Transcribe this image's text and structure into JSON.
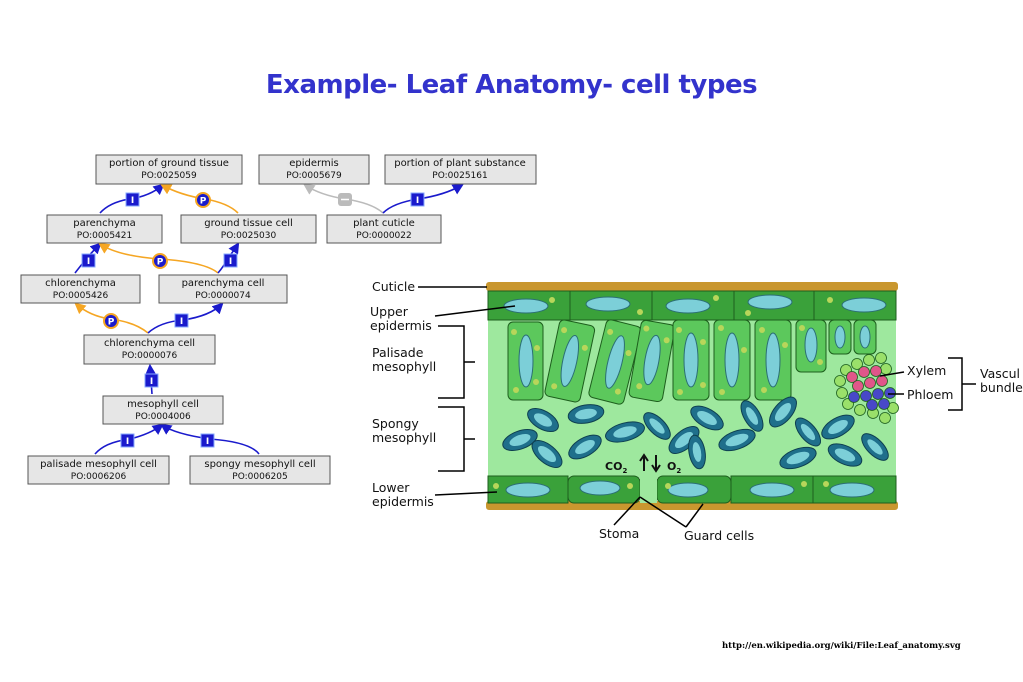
{
  "slide": {
    "title": "Example- Leaf Anatomy- cell types",
    "source": "http://en.wikipedia.org/wiki/File:Leaf_anatomy.svg"
  },
  "ontology": {
    "relation_badges": {
      "is_a": "I",
      "part_of": "P"
    },
    "nodes": {
      "ground_tissue": {
        "name": "portion of ground tissue",
        "id": "PO:0025059"
      },
      "epidermis": {
        "name": "epidermis",
        "id": "PO:0005679"
      },
      "plant_substance": {
        "name": "portion of plant substance",
        "id": "PO:0025161"
      },
      "parenchyma": {
        "name": "parenchyma",
        "id": "PO:0005421"
      },
      "ground_tissue_cell": {
        "name": "ground tissue cell",
        "id": "PO:0025030"
      },
      "plant_cuticle": {
        "name": "plant cuticle",
        "id": "PO:0000022"
      },
      "chlorenchyma": {
        "name": "chlorenchyma",
        "id": "PO:0005426"
      },
      "parenchyma_cell": {
        "name": "parenchyma cell",
        "id": "PO:0000074"
      },
      "chlorenchyma_cell": {
        "name": "chlorenchyma cell",
        "id": "PO:0000076"
      },
      "mesophyll_cell": {
        "name": "mesophyll cell",
        "id": "PO:0004006"
      },
      "palisade_cell": {
        "name": "palisade mesophyll cell",
        "id": "PO:0006206"
      },
      "spongy_cell": {
        "name": "spongy mesophyll cell",
        "id": "PO:0006205"
      }
    },
    "colors": {
      "is_a": "#1a1acc",
      "part_of": "#f5a623",
      "other": "#bbbbbb"
    }
  },
  "leaf": {
    "labels": {
      "cuticle": "Cuticle",
      "upper_epidermis_1": "Upper",
      "upper_epidermis_2": "epidermis",
      "palisade_1": "Palisade",
      "palisade_2": "mesophyll",
      "spongy_1": "Spongy",
      "spongy_2": "mesophyll",
      "lower_epidermis_1": "Lower",
      "lower_epidermis_2": "epidermis",
      "stoma": "Stoma",
      "guard_cells": "Guard cells",
      "xylem": "Xylem",
      "phloem": "Phloem",
      "vascular_1": "Vascul",
      "vascular_2": "bundle",
      "co2": "CO",
      "co2_sub": "2",
      "o2": "O",
      "o2_sub": "2"
    },
    "colors": {
      "cuticle": "#c9972f",
      "epidermis": "#3aa13a",
      "mesophyll_bg": "#9ee89e",
      "palisade_cell": "#5cc85c",
      "vacuole": "#7ccfd8",
      "spongy_cell": "#1f6f8b",
      "chloroplast": "#b8d65a",
      "xylem": "#e0568a",
      "phloem": "#4848c8"
    }
  }
}
